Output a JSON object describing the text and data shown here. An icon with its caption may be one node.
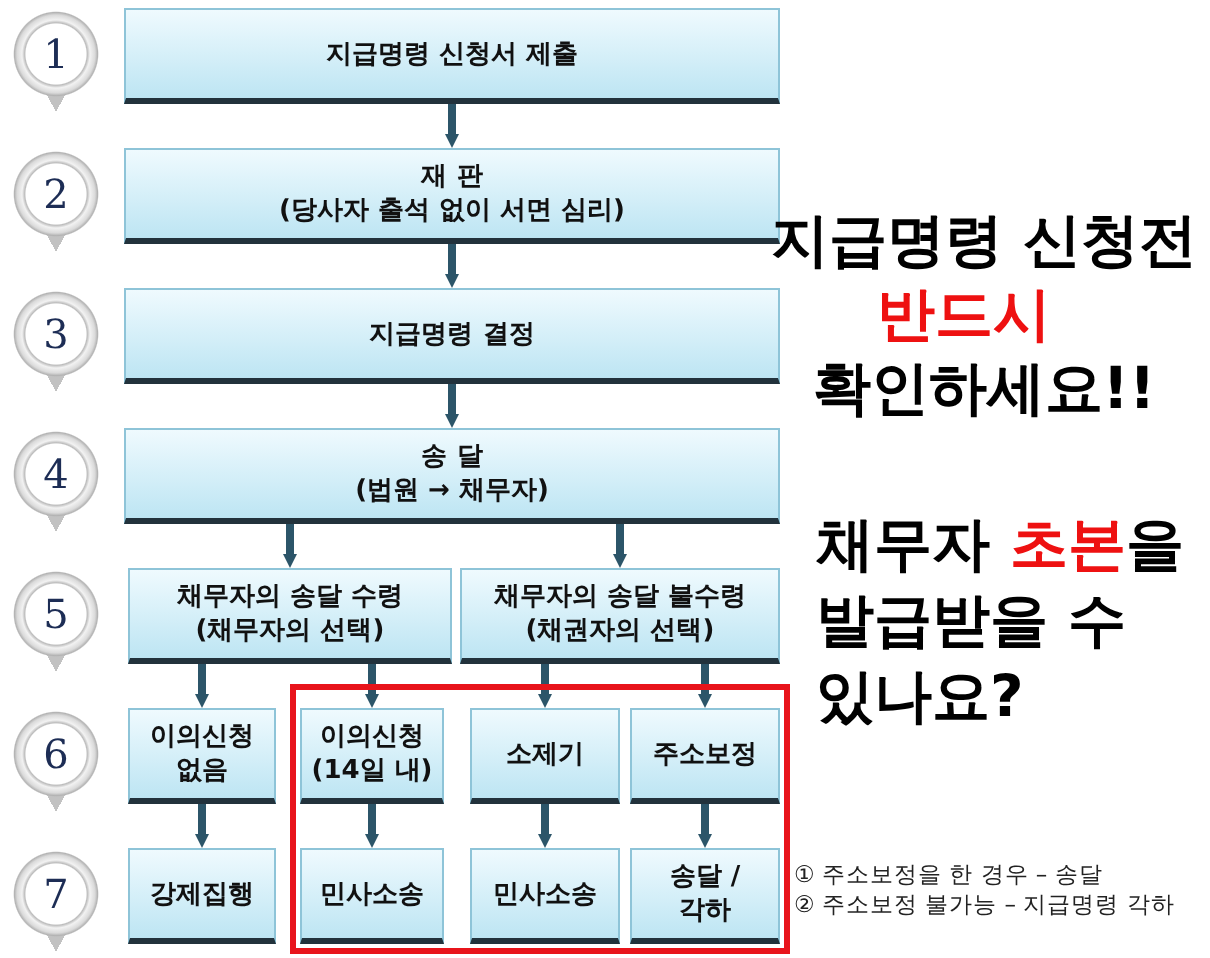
{
  "diagram": {
    "nodes": [
      {
        "text": [
          "1"
        ]
      },
      {
        "text": [
          "지급명령 신청서 제출"
        ]
      },
      {
        "text": [
          "2"
        ]
      },
      {
        "text": [
          "재 판",
          "(당사자 출석 없이 서면 심리)"
        ]
      },
      {
        "text": [
          "3"
        ]
      },
      {
        "text": [
          "지급명령 결정"
        ]
      },
      {
        "text": [
          "4"
        ]
      },
      {
        "text": [
          "송 달",
          "(법원 → 채무자)"
        ]
      },
      {
        "text": [
          "5"
        ]
      },
      {
        "text": [
          "채무자의 송달 수령",
          "(채무자의 선택)"
        ]
      },
      {
        "text": [
          "채무자의 송달 불수령",
          "(채권자의 선택)"
        ]
      },
      {
        "text": [
          "6"
        ]
      },
      {
        "text": [
          "이의신청 없음"
        ]
      },
      {
        "text": [],
        "shape": "box"
      },
      {
        "text": [
          "이의신청",
          "(14일 내)"
        ],
        "in": 13
      },
      {
        "text": [
          "소제기"
        ],
        "in": 13
      },
      {
        "text": [
          "주소보정"
        ],
        "in": 13
      },
      {
        "text": [
          "7"
        ]
      },
      {
        "text": [
          "강제집행"
        ]
      },
      {
        "text": [
          "민사소송"
        ],
        "in": 13
      },
      {
        "text": [
          "민사소송"
        ],
        "in": 13
      },
      {
        "text": [
          "송달 / 각하"
        ],
        "in": 13
      }
    ],
    "edges": [
      {
        "from": 1,
        "to": 3,
        "arrow": "to"
      },
      {
        "from": 3,
        "to": 5,
        "arrow": "to"
      },
      {
        "from": 5,
        "to": 7,
        "arrow": "to"
      },
      {
        "from": 7,
        "to": 9,
        "arrow": "to"
      },
      {
        "from": 7,
        "to": 10,
        "arrow": "to"
      },
      {
        "from": 9,
        "to": 12,
        "arrow": "to"
      },
      {
        "from": 9,
        "to": 14,
        "arrow": "to"
      },
      {
        "from": 10,
        "to": 15,
        "arrow": "to"
      },
      {
        "from": 10,
        "to": 16,
        "arrow": "to"
      },
      {
        "from": 12,
        "to": 18,
        "arrow": "to"
      },
      {
        "from": 14,
        "to": 19,
        "arrow": "to"
      },
      {
        "from": 15,
        "to": 20,
        "arrow": "to"
      },
      {
        "from": 16,
        "to": 21,
        "arrow": "to"
      }
    ],
    "labels": [
      "지급명령 신청전",
      "반드시",
      "확인하세요!!",
      "채무자 **초본**을 발급받을 수 있나요?",
      "① 주소보정을 한 경우 – 송달",
      "② 주소보정 불가능 – 지급명령 각하"
    ]
  }
}
